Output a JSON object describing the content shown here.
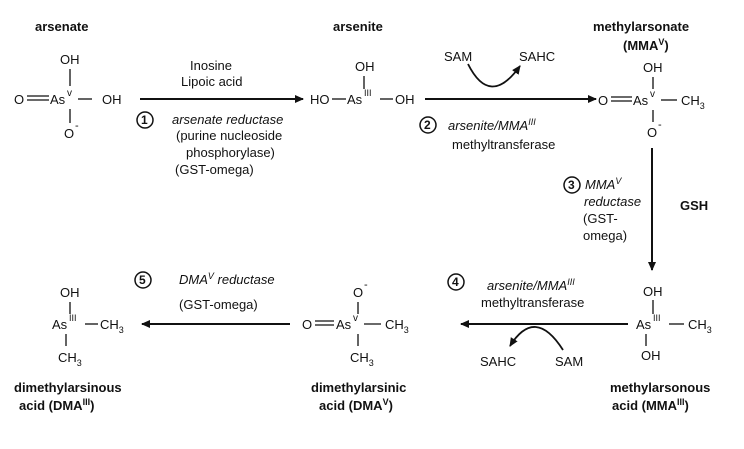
{
  "compounds": {
    "arsenate": {
      "name": "arsenate"
    },
    "arsenite": {
      "name": "arsenite"
    },
    "mmav": {
      "name_line1": "methylarsonate",
      "name_line2": "(MMA",
      "name_sup": "V",
      "name_close": ")"
    },
    "mmaiii": {
      "name_line1": "methylarsonous",
      "name_line2": "acid (MMA",
      "name_sup": "III",
      "name_close": ")"
    },
    "dmav": {
      "name_line1": "dimethylarsinic",
      "name_line2": "acid (DMA",
      "name_sup": "V",
      "name_close": ")"
    },
    "dmaiii": {
      "name_line1": "dimethylarsinous",
      "name_line2": "acid (DMA",
      "name_sup": "III",
      "name_close": ")"
    }
  },
  "atoms": {
    "oh": "OH",
    "o_double": "O",
    "o_minus": "O",
    "minus": "-",
    "as": "As",
    "ho": "HO",
    "ch3": "CH",
    "sub3": "3",
    "sup_v": "v",
    "sup_V": "V",
    "sup_iii": "III"
  },
  "steps": {
    "step1": {
      "number": "1",
      "above1": "Inosine",
      "above2": "Lipoic acid",
      "enzyme": "arsenate reductase",
      "line2": "(purine nucleoside",
      "line3": "phosphorylase)",
      "line4": "(GST-omega)"
    },
    "step2": {
      "number": "2",
      "cof_in": "SAM",
      "cof_out": "SAHC",
      "enzyme_a": "arsenite/MMA",
      "enzyme_sup": "III",
      "line2": "methyltransferase"
    },
    "step3": {
      "number": "3",
      "enzyme_a": "MMA",
      "enzyme_sup": "V",
      "enzyme_b": "reductase",
      "line2": "(GST-",
      "line3": "omega)",
      "cofactor": "GSH"
    },
    "step4": {
      "number": "4",
      "enzyme_a": "arsenite/MMA",
      "enzyme_sup": "III",
      "line2": "methyltransferase",
      "cof_in": "SAM",
      "cof_out": "SAHC"
    },
    "step5": {
      "number": "5",
      "enzyme_a": "DMA",
      "enzyme_sup": "V",
      "enzyme_b": " reductase",
      "line2": "(GST-omega)"
    }
  }
}
